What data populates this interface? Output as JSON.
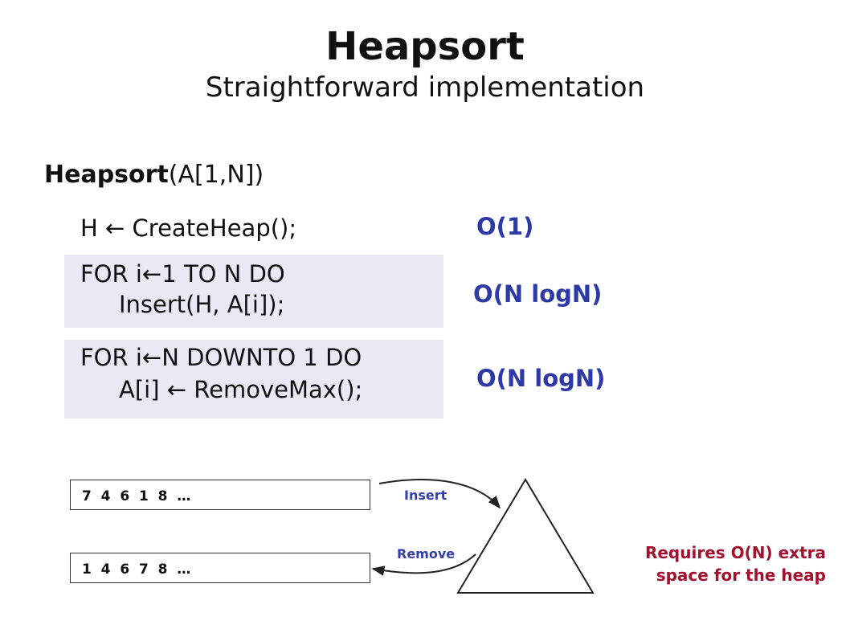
{
  "title": "Heapsort",
  "subtitle": "Straightforward implementation",
  "signature": {
    "name": "Heapsort",
    "params": "(A[1,N])"
  },
  "code": {
    "line1": "H ← CreateHeap();",
    "block1_line1": "FOR i←1 TO N DO",
    "block1_line2": "Insert(H, A[i]);",
    "block2_line1": "FOR i←N DOWNTO 1 DO",
    "block2_line2": "A[i] ← RemoveMax();"
  },
  "complexity": {
    "c1": "O(1)",
    "c2": "O(N logN)",
    "c3": "O(N logN)"
  },
  "diagram": {
    "input_array": "7  4  6  1  8  …",
    "output_array": "1  4  6  7  8  …",
    "insert_label": "Insert",
    "remove_label": "Remove",
    "note_line1": "Requires O(N) extra",
    "note_line2": "space for the heap"
  },
  "colors": {
    "complexity": "#2d3aa6",
    "note": "#a50f2d",
    "code_box": "#e9e9f6"
  }
}
